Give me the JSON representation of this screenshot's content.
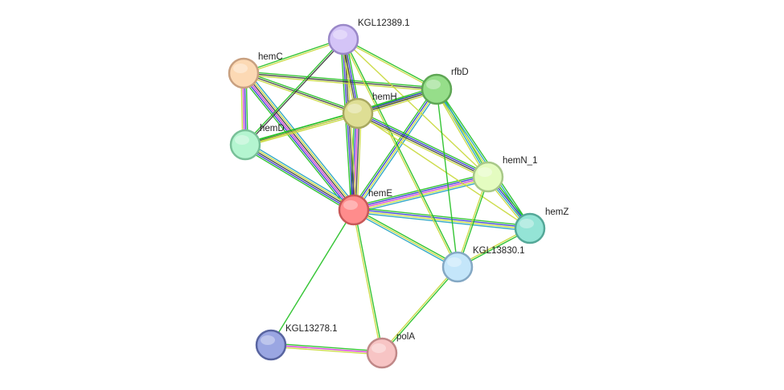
{
  "network": {
    "nodes": [
      {
        "id": "hemE",
        "label": "hemE",
        "color": "#ff8c8c",
        "stroke": "#c85858"
      },
      {
        "id": "hemH",
        "label": "hemH",
        "color": "#dede94",
        "stroke": "#a8a860"
      },
      {
        "id": "hemC",
        "label": "hemC",
        "color": "#fcd9b4",
        "stroke": "#c8a080"
      },
      {
        "id": "hemD",
        "label": "hemD",
        "color": "#b4f5d0",
        "stroke": "#78c098"
      },
      {
        "id": "KGL12389.1",
        "label": "KGL12389.1",
        "color": "#d4c4f7",
        "stroke": "#9a88c8"
      },
      {
        "id": "rfbD",
        "label": "rfbD",
        "color": "#96de8a",
        "stroke": "#5ea654"
      },
      {
        "id": "hemN_1",
        "label": "hemN_1",
        "color": "#e4fcc0",
        "stroke": "#a8c888"
      },
      {
        "id": "hemZ",
        "label": "hemZ",
        "color": "#94e4d6",
        "stroke": "#54a898"
      },
      {
        "id": "KGL13830.1",
        "label": "KGL13830.1",
        "color": "#c4e6fa",
        "stroke": "#84a8c4"
      },
      {
        "id": "KGL13278.1",
        "label": "KGL13278.1",
        "color": "#9aa6e2",
        "stroke": "#5864a0"
      },
      {
        "id": "polA",
        "label": "polA",
        "color": "#f7c4c4",
        "stroke": "#c08888"
      }
    ],
    "edges": [
      {
        "a": "hemE",
        "b": "hemC",
        "colors": [
          "#1fbf1f",
          "#3030d0",
          "#d030d0",
          "#3a3a3a",
          "#c8d838",
          "#20a0c0"
        ]
      },
      {
        "a": "hemE",
        "b": "hemD",
        "colors": [
          "#1fbf1f",
          "#3030d0",
          "#3a3a3a",
          "#c8d838",
          "#20a0c0"
        ]
      },
      {
        "a": "hemE",
        "b": "hemH",
        "colors": [
          "#1fbf1f",
          "#3030d0",
          "#d030d0",
          "#3a3a3a",
          "#c8d838"
        ]
      },
      {
        "a": "hemE",
        "b": "KGL12389.1",
        "colors": [
          "#1fbf1f",
          "#3030d0",
          "#3a3a3a",
          "#c8d838"
        ]
      },
      {
        "a": "hemE",
        "b": "rfbD",
        "colors": [
          "#1fbf1f",
          "#3030d0",
          "#c8d838",
          "#20a0c0"
        ]
      },
      {
        "a": "hemE",
        "b": "hemN_1",
        "colors": [
          "#1fbf1f",
          "#3030d0",
          "#d030d0",
          "#c8d838",
          "#20a0c0"
        ]
      },
      {
        "a": "hemE",
        "b": "hemZ",
        "colors": [
          "#1fbf1f",
          "#3030d0",
          "#c8d838",
          "#20a0c0"
        ]
      },
      {
        "a": "hemE",
        "b": "KGL13830.1",
        "colors": [
          "#1fbf1f",
          "#c8d838",
          "#20a0c0"
        ]
      },
      {
        "a": "hemE",
        "b": "KGL13278.1",
        "colors": [
          "#1fbf1f"
        ]
      },
      {
        "a": "hemE",
        "b": "polA",
        "colors": [
          "#1fbf1f",
          "#c8d838"
        ]
      },
      {
        "a": "hemC",
        "b": "hemD",
        "colors": [
          "#1fbf1f",
          "#3030d0",
          "#d030d0",
          "#c8d838"
        ]
      },
      {
        "a": "hemC",
        "b": "hemH",
        "colors": [
          "#1fbf1f",
          "#3a3a3a",
          "#c8d838"
        ]
      },
      {
        "a": "hemC",
        "b": "KGL12389.1",
        "colors": [
          "#1fbf1f",
          "#c8d838"
        ]
      },
      {
        "a": "hemC",
        "b": "rfbD",
        "colors": [
          "#1fbf1f",
          "#3a3a3a",
          "#c8d838"
        ]
      },
      {
        "a": "hemD",
        "b": "hemH",
        "colors": [
          "#1fbf1f",
          "#3a3a3a",
          "#c8d838"
        ]
      },
      {
        "a": "hemD",
        "b": "KGL12389.1",
        "colors": [
          "#1fbf1f",
          "#3a3a3a"
        ]
      },
      {
        "a": "hemD",
        "b": "rfbD",
        "colors": [
          "#1fbf1f",
          "#c8d838"
        ]
      },
      {
        "a": "KGL12389.1",
        "b": "hemH",
        "colors": [
          "#1fbf1f",
          "#3030d0",
          "#3a3a3a",
          "#c8d838"
        ]
      },
      {
        "a": "KGL12389.1",
        "b": "rfbD",
        "colors": [
          "#1fbf1f",
          "#c8d838"
        ]
      },
      {
        "a": "KGL12389.1",
        "b": "hemN_1",
        "colors": [
          "#c8d838"
        ]
      },
      {
        "a": "KGL12389.1",
        "b": "KGL13830.1",
        "colors": [
          "#1fbf1f",
          "#c8d838"
        ]
      },
      {
        "a": "hemH",
        "b": "rfbD",
        "colors": [
          "#1fbf1f",
          "#3030d0",
          "#3a3a3a",
          "#c8d838"
        ]
      },
      {
        "a": "hemH",
        "b": "hemN_1",
        "colors": [
          "#1fbf1f",
          "#3030d0",
          "#3a3a3a",
          "#c8d838"
        ]
      },
      {
        "a": "hemH",
        "b": "hemZ",
        "colors": [
          "#c8d838"
        ]
      },
      {
        "a": "rfbD",
        "b": "hemN_1",
        "colors": [
          "#1fbf1f",
          "#20a0c0",
          "#c8d838"
        ]
      },
      {
        "a": "rfbD",
        "b": "hemZ",
        "colors": [
          "#1fbf1f",
          "#20a0c0",
          "#c8d838"
        ]
      },
      {
        "a": "rfbD",
        "b": "KGL13830.1",
        "colors": [
          "#1fbf1f"
        ]
      },
      {
        "a": "hemN_1",
        "b": "hemZ",
        "colors": [
          "#1fbf1f",
          "#3030d0",
          "#20a0c0",
          "#c8d838"
        ]
      },
      {
        "a": "hemN_1",
        "b": "KGL13830.1",
        "colors": [
          "#1fbf1f",
          "#c8d838"
        ]
      },
      {
        "a": "hemZ",
        "b": "KGL13830.1",
        "colors": [
          "#1fbf1f",
          "#c8d838"
        ]
      },
      {
        "a": "KGL13830.1",
        "b": "polA",
        "colors": [
          "#1fbf1f",
          "#c8d838"
        ]
      },
      {
        "a": "KGL13278.1",
        "b": "polA",
        "colors": [
          "#1fbf1f",
          "#d030d0",
          "#c8d838"
        ]
      }
    ]
  }
}
